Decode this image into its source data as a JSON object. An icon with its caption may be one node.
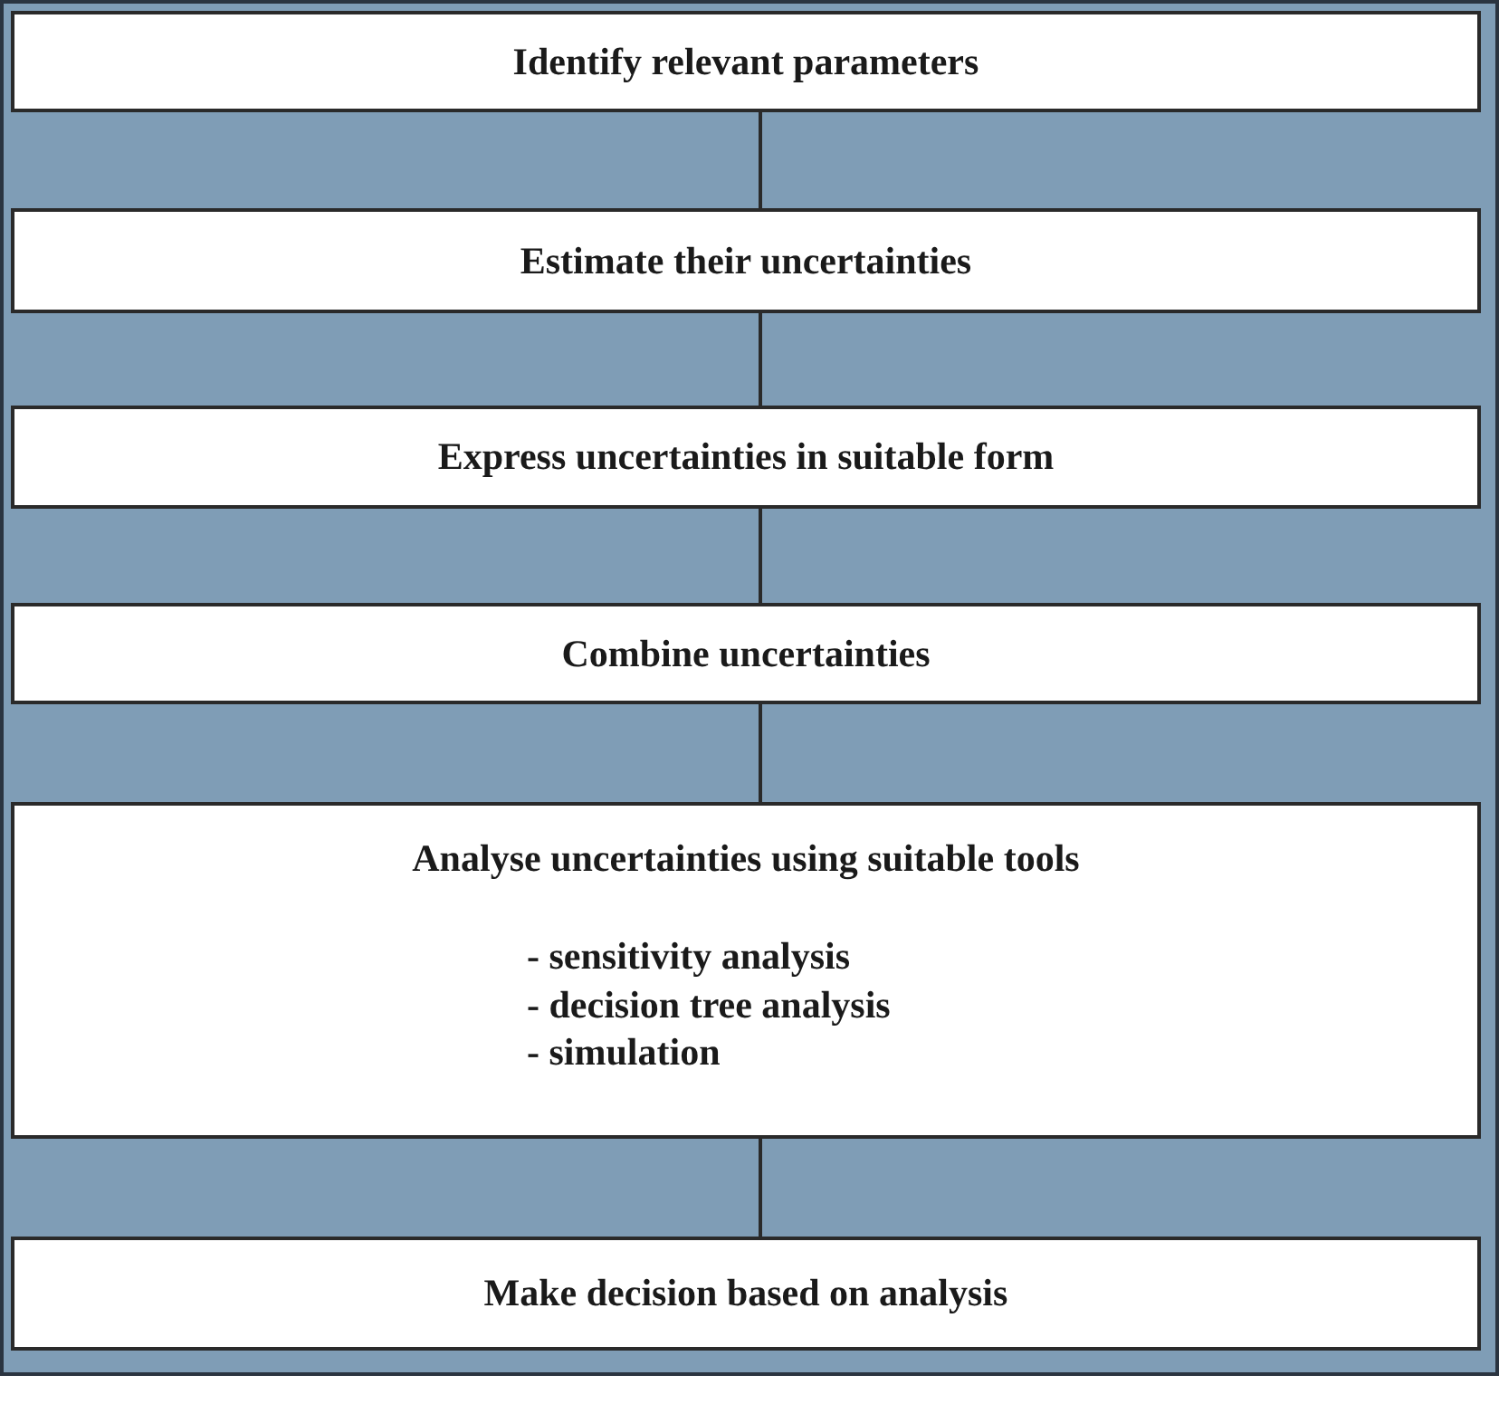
{
  "diagram": {
    "nodes": [
      {
        "text": [
          "Identify relevant parameters"
        ]
      },
      {
        "text": [
          "Estimate their uncertainties"
        ]
      },
      {
        "text": [
          "Express uncertainties in suitable form"
        ]
      },
      {
        "text": [
          "Combine uncertainties"
        ]
      },
      {
        "text": [
          "Analyse uncertainties using suitable tools",
          "- sensitivity analysis",
          "- decision tree analysis",
          "- simulation"
        ]
      },
      {
        "text": [
          "Make decision based on analysis"
        ]
      }
    ],
    "edges": [
      {
        "from": 0,
        "to": 1,
        "arrow": "none"
      },
      {
        "from": 1,
        "to": 2,
        "arrow": "none"
      },
      {
        "from": 2,
        "to": 3,
        "arrow": "none"
      },
      {
        "from": 3,
        "to": 4,
        "arrow": "none"
      },
      {
        "from": 4,
        "to": 5,
        "arrow": "none"
      }
    ]
  }
}
